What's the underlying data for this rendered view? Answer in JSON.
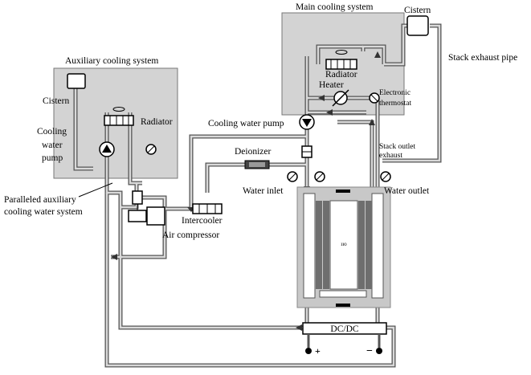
{
  "labels": {
    "main_cooling_system": "Main cooling system",
    "cistern_main": "Cistern",
    "stack_exhaust_pipe": "Stack exhaust pipe",
    "auxiliary_cooling_system": "Auxiliary cooling system",
    "cistern_aux": "Cistern",
    "radiator_aux": "Radiator",
    "cooling_water_pump_aux_1": "Cooling",
    "cooling_water_pump_aux_2": "water",
    "cooling_water_pump_aux_3": "pump",
    "radiator_main": "Radiator",
    "heater": "Heater",
    "electronic_thermostat_1": "Electronic",
    "electronic_thermostat_2": "thermostat",
    "cooling_water_pump_main": "Cooling water pump",
    "stack_outlet_exhaust_1": "Stack outlet",
    "stack_outlet_exhaust_2": "exhaust",
    "deionizer": "Deionizer",
    "water_inlet": "Water inlet",
    "water_outlet": "Water outlet",
    "paralleled_aux_1": "Paralleled auxiliary",
    "paralleled_aux_2": "cooling water system",
    "intercooler": "Intercooler",
    "air_compressor": "Air compressor",
    "dcdc": "DC/DC"
  },
  "colors": {
    "system_box_fill": "#d3d3d3",
    "pipe_outer": "#555555",
    "pipe_inner": "#d9d9d9",
    "stack_fill": "#c8c8c8",
    "plate_dark": "#6e6e6e"
  }
}
